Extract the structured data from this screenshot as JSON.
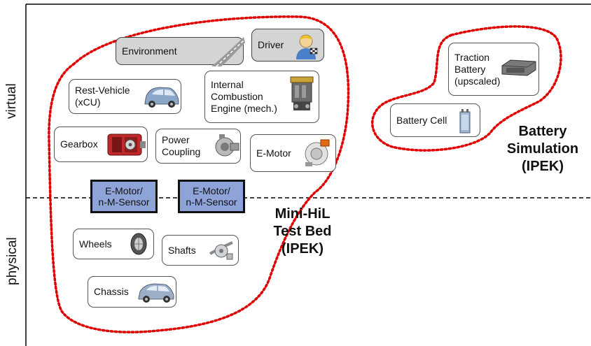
{
  "axes": {
    "virtual": "virtual",
    "physical": "physical"
  },
  "boxes": {
    "environment": "Environment",
    "driver": "Driver",
    "rest_vehicle": "Rest-Vehicle\n(xCU)",
    "ice": "Internal\nCombustion\nEngine (mech.)",
    "gearbox": "Gearbox",
    "power_coupling": "Power\nCoupling",
    "emotor": "E-Motor",
    "emotor_sensor_1": "E-Motor/\nn-M-Sensor",
    "emotor_sensor_2": "E-Motor/\nn-M-Sensor",
    "wheels": "Wheels",
    "shafts": "Shafts",
    "chassis": "Chassis",
    "traction_battery": "Traction\nBattery\n(upscaled)",
    "battery_cell": "Battery Cell"
  },
  "groups": {
    "mini_hil": "Mini-HiL\nTest Bed\n(IPEK)",
    "battery_sim": "Battery\nSimulation\n(IPEK)"
  },
  "colors": {
    "boundary": "#e00000",
    "sensor_box": "#8ea4d8",
    "grey_box": "#d4d4d4"
  },
  "icons": [
    "road-icon",
    "driver-icon",
    "car-icon",
    "engine-icon",
    "gearbox-icon",
    "coupling-icon",
    "emotor-icon",
    "wheel-icon",
    "shaft-icon",
    "chassis-car-icon",
    "battery-pack-icon",
    "battery-cell-icon"
  ]
}
